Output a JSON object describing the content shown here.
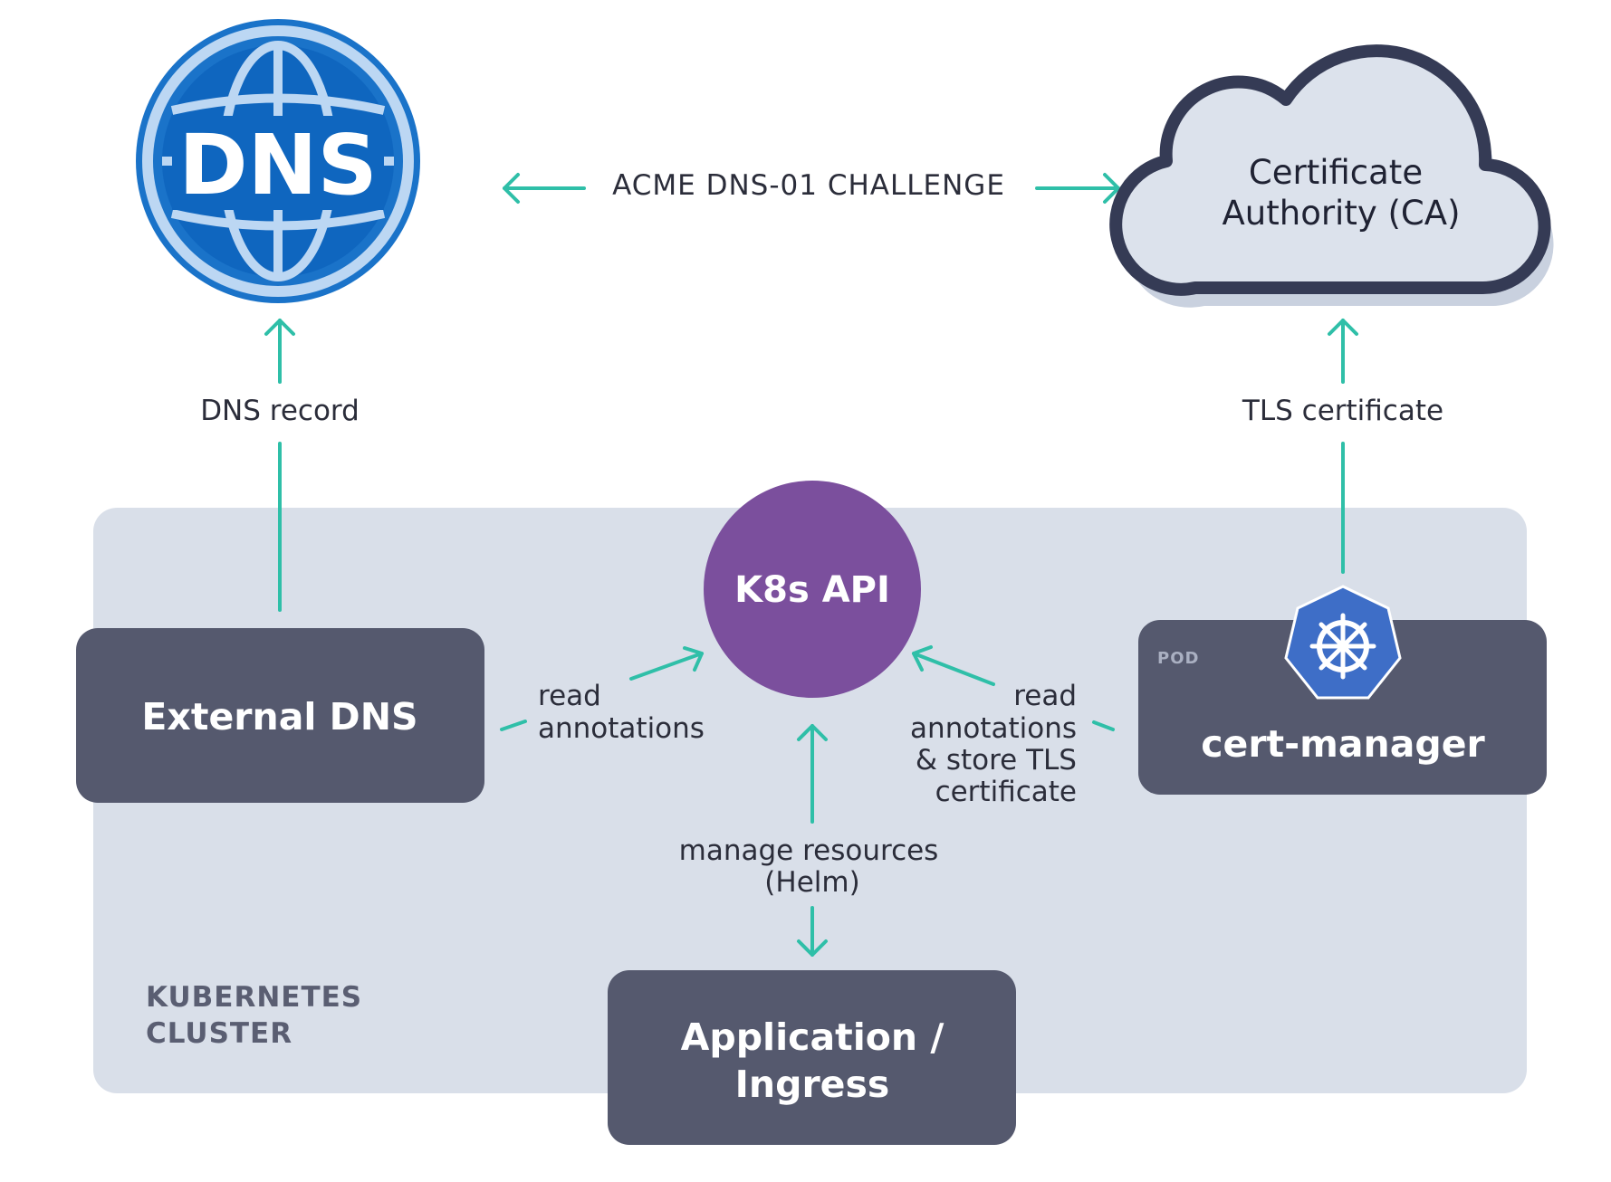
{
  "colors": {
    "accent": "#2fbfa8",
    "box": "#55596e",
    "cluster_bg": "#d9dfe9",
    "k8s_api": "#7b4f9d",
    "dns_blue": "#1a73c9",
    "k8s_blue": "#3e6ec7",
    "cloud_outline": "#353b55",
    "cloud_fill": "#dce2ec"
  },
  "dns_logo": {
    "text": "DNS",
    "icon": "globe-icon"
  },
  "challenge": {
    "label": "ACME DNS-01 CHALLENGE"
  },
  "ca": {
    "line1": "Certificate",
    "line2": "Authority (CA)",
    "icon": "cloud-icon"
  },
  "dns_record": {
    "label": "DNS record"
  },
  "tls_certificate": {
    "label": "TLS certificate"
  },
  "k8s_api": {
    "label": "K8s API"
  },
  "external_dns": {
    "label": "External DNS"
  },
  "left_edge": {
    "line1": "read",
    "line2": "annotations"
  },
  "right_edge": {
    "line1": "read",
    "line2": "annotations",
    "line3": "& store TLS",
    "line4": "certificate"
  },
  "cert_manager": {
    "pod_tag": "POD",
    "label": "cert-manager",
    "icon": "kubernetes-helm-icon"
  },
  "manage": {
    "line1": "manage resources",
    "line2": "(Helm)"
  },
  "application": {
    "line1": "Application /",
    "line2": "Ingress"
  },
  "cluster": {
    "line1": "KUBERNETES",
    "line2": "CLUSTER"
  }
}
